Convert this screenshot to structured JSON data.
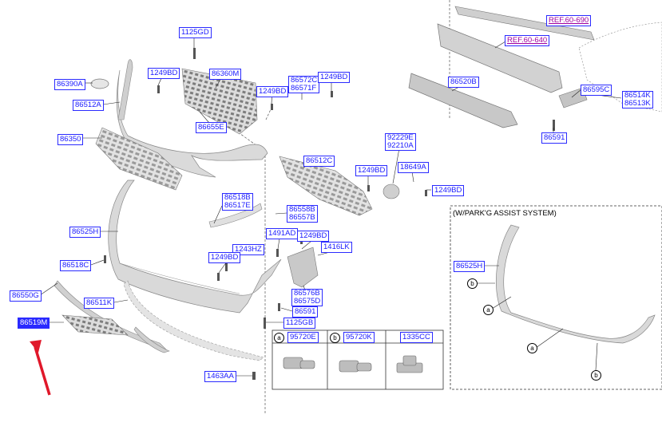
{
  "labels": {
    "l1125GD_top": "1125GD",
    "l1249BD_a": "1249BD",
    "l86360M": "86360M",
    "l86390A": "86390A",
    "l86512A": "86512A",
    "l86350": "86350",
    "l86655E": "86655E",
    "l1249BD_b": "1249BD",
    "l86572C": "86572C",
    "l86571F": "86571F",
    "l1249BD_c": "1249BD",
    "l86520B": "86520B",
    "lREF60690": "REF.60-690",
    "lREF60640": "REF.60-640",
    "l86595C": "86595C",
    "l86514K": "86514K",
    "l86513K": "86513K",
    "l86591_top": "86591",
    "l86512C": "86512C",
    "l92229E": "92229E",
    "l92210A": "92210A",
    "l1249BD_d": "1249BD",
    "l18649A": "18649A",
    "l1249BD_e": "1249BD",
    "l86518B": "86518B",
    "l86517E": "86517E",
    "l86558B": "86558B",
    "l86557B": "86557B",
    "l86525H": "86525H",
    "l1491AD": "1491AD",
    "l1249BD_f": "1249BD",
    "l1416LK": "1416LK",
    "l86518C": "86518C",
    "l1243HZ": "1243HZ",
    "l1249BD_g": "1249BD",
    "l86550G": "86550G",
    "l86511K": "86511K",
    "l86576B": "86576B",
    "l86575D": "86575D",
    "l86591_mid": "86591",
    "l1125GB": "1125GB",
    "l86519M": "86519M",
    "l1463AA": "1463AA",
    "l86525H_r": "86525H"
  },
  "legend": {
    "a_key": "a",
    "a_part": "95720E",
    "b_key": "b",
    "b_part": "95720K",
    "c_part": "1335CC"
  },
  "park_assist": {
    "title": "(W/PARK'G ASSIST SYSTEM)",
    "callout_a": "a",
    "callout_b": "b"
  },
  "colors": {
    "label_text": "#1a1aff",
    "label_border": "#2b2bff",
    "selected_bg": "#2a2aff",
    "ref_text": "#a000a0",
    "arrow": "#e0182a",
    "part_fill": "#d6d6d6",
    "part_stroke": "#8a8a8a"
  },
  "selected_part": "86519M"
}
